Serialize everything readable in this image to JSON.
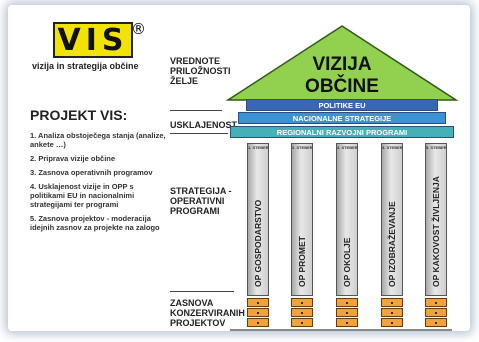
{
  "logo": {
    "text": "VIS",
    "registered": "®",
    "subtitle": "vizija in strategija občine"
  },
  "project": {
    "title": "PROJEKT VIS:",
    "steps": [
      "1. Analiza obstoječega stanja (analize, ankete …)",
      "2. Priprava vizije občine",
      "3. Zasnova operativnih programov",
      "4. Usklajenost vizije in OPP s politikami EU in nacionalnimi strategijami ter programi",
      "5. Zasnova projektov - moderacija idejnih zasnov za projekte na zalogo"
    ]
  },
  "labels": {
    "values": "VREDNOTE PRILOŽNOSTI ŽELJE",
    "alignment": "USKLAJENOST",
    "strategy": "STRATEGIJA - OPERATIVNI PROGRAMI",
    "projects": "ZASNOVA KONZERVIRANIH PROJEKTOV"
  },
  "roof": {
    "line1": "VIZIJA",
    "line2": "OBČINE"
  },
  "bands": [
    "POLITIKE EU",
    "NACIONALNE STRATEGIJE",
    "REGIONALNI RAZVOJNI PROGRAMI"
  ],
  "pillars": [
    {
      "head": "1. STEBER",
      "name": "OP GOSPODARSTVO"
    },
    {
      "head": "2. STEBER",
      "name": "OP PROMET"
    },
    {
      "head": "3. STEBER",
      "name": "OP OKOLJE"
    },
    {
      "head": "4. STEBER",
      "name": "OP IZOBRAŽEVANJE"
    },
    {
      "head": "5. STEBER",
      "name": "OP KAKOVOST ŽIVLJENJA"
    }
  ],
  "colors": {
    "logo_bg": "#f2e400",
    "roof": "#92d050",
    "band_eu": "#3a66b8",
    "band_national": "#3b93d3",
    "band_regional": "#45b0b8",
    "blocks": "#f2a23a"
  }
}
